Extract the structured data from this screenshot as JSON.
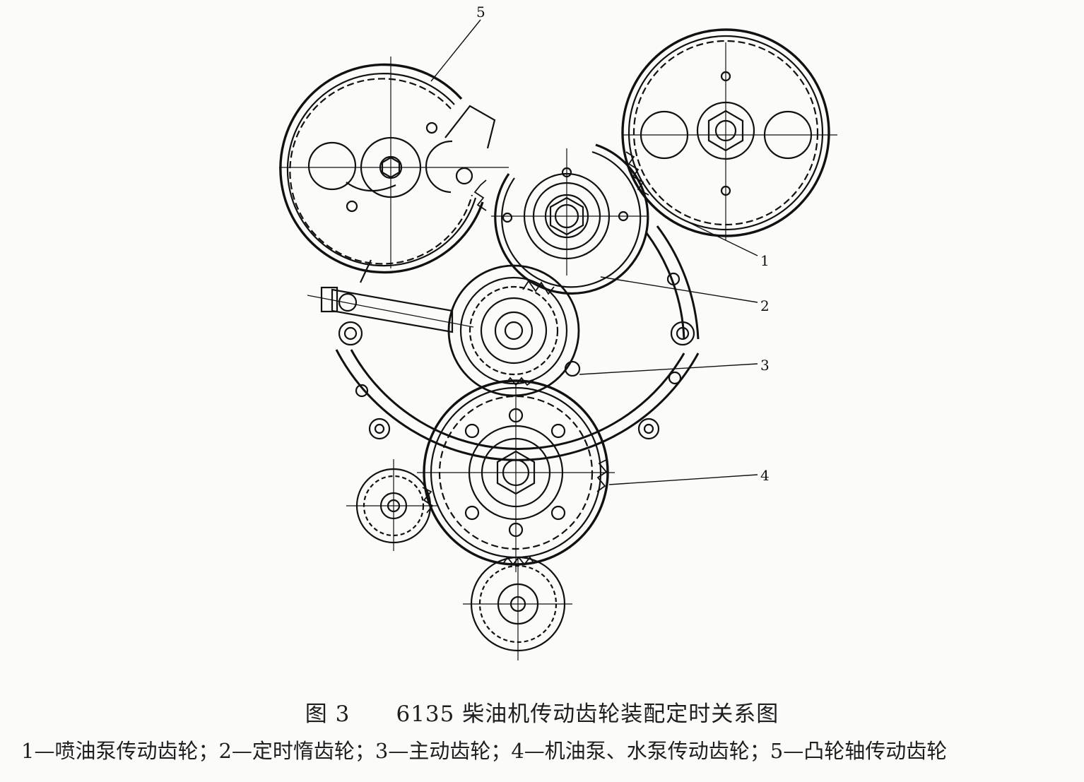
{
  "figure": {
    "title": "图 3      6135 柴油机传动齿轮装配定时关系图",
    "legend": "1—喷油泵传动齿轮；2—定时惰齿轮；3—主动齿轮；4—机油泵、水泵传动齿轮；5—凸轮轴传动齿轮"
  },
  "callouts": [
    {
      "id": "1",
      "text": "1"
    },
    {
      "id": "2",
      "text": "2"
    },
    {
      "id": "3",
      "text": "3"
    },
    {
      "id": "4",
      "text": "4"
    },
    {
      "id": "5",
      "text": "5"
    }
  ]
}
